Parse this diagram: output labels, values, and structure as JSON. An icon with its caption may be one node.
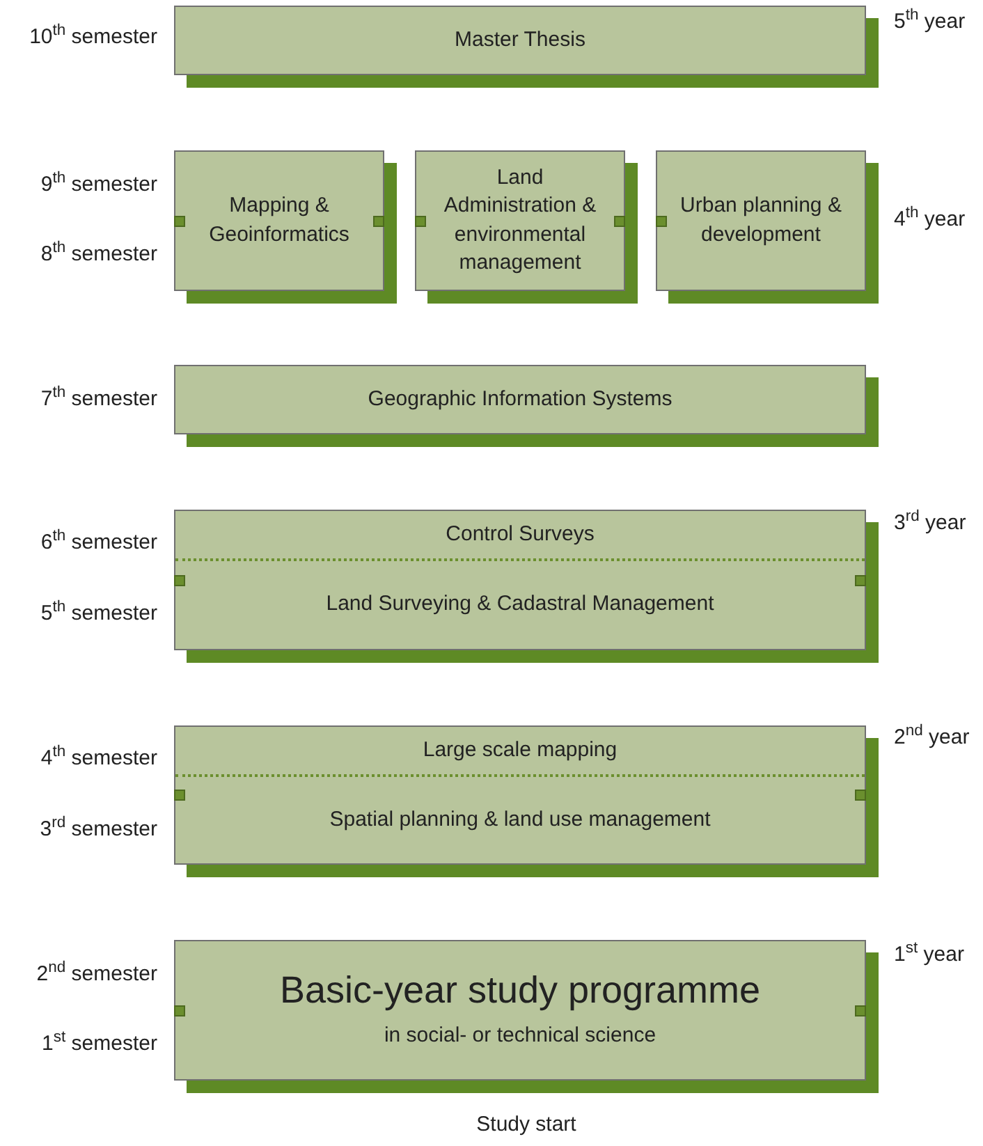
{
  "diagram": {
    "nodes": [
      {
        "text": [
          "Master Thesis"
        ]
      },
      {
        "text": [
          "Mapping & Geoinformatics"
        ]
      },
      {
        "text": [
          "Land Administration & environmental management"
        ]
      },
      {
        "text": [
          "Urban planning & development"
        ]
      },
      {
        "text": [
          "Geographic Information Systems"
        ]
      },
      {
        "text": [
          "Control Surveys",
          "Land Surveying & Cadastral Management"
        ]
      },
      {
        "text": [
          "Large scale mapping",
          "Spatial planning & land use management"
        ]
      },
      {
        "text": [
          "Basic-year study programme",
          "in social- or technical science"
        ]
      }
    ],
    "labels": [
      "10$^{th}$ semester",
      "5$^{th}$ year",
      "9$^{th}$ semester",
      "4$^{th}$ year",
      "8$^{th}$ semester",
      "7$^{th}$ semester",
      "3$^{rd}$ year",
      "6$^{th}$ semester",
      "5$^{th}$ semester",
      "2$^{nd}$ year",
      "4$^{th}$ semester",
      "3$^{rd}$ semester",
      "1$^{st}$ year",
      "2$^{nd}$ semester",
      "1$^{st}$ semester",
      "Study start"
    ]
  }
}
